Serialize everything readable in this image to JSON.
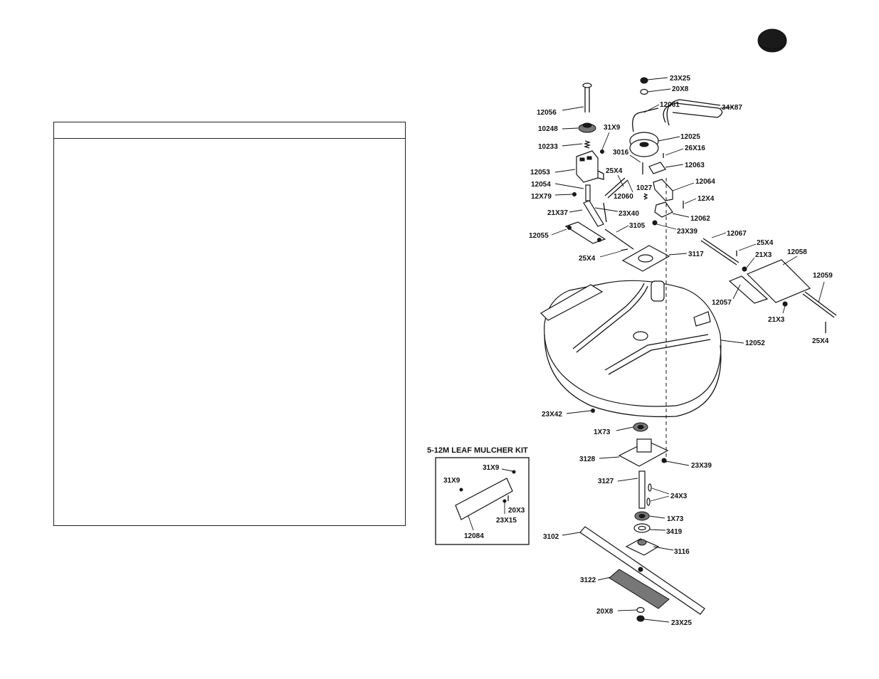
{
  "kit": {
    "title": "5-12M LEAF MULCHER KIT"
  },
  "labels": {
    "p23X25_top": "23X25",
    "p20X8_top": "20X8",
    "p12056": "12056",
    "p12061": "12061",
    "p34X87": "34X87",
    "p10248": "10248",
    "p31X9": "31X9",
    "p12025": "12025",
    "p10233": "10233",
    "p3016": "3016",
    "p26X16": "26X16",
    "p12053": "12053",
    "p25X4_a": "25X4",
    "p12063": "12063",
    "p12054": "12054",
    "p12060": "12060",
    "p1027": "1027",
    "p12064": "12064",
    "p12X79": "12X79",
    "p12X4": "12X4",
    "p21X37": "21X37",
    "p23X40": "23X40",
    "p12062": "12062",
    "p3105": "3105",
    "p23X39_a": "23X39",
    "p12055": "12055",
    "p12067": "12067",
    "p25X4_b": "25X4",
    "p25X4_c": "25X4",
    "p3117": "3117",
    "p21X3_a": "21X3",
    "p12058": "12058",
    "p12059": "12059",
    "p12057": "12057",
    "p21X3_b": "21X3",
    "p12052": "12052",
    "p25X4_d": "25X4",
    "p23X42": "23X42",
    "p1X73_a": "1X73",
    "p3128": "3128",
    "p23X39_b": "23X39",
    "p3127": "3127",
    "p24X3": "24X3",
    "p1X73_b": "1X73",
    "p3419": "3419",
    "p3102": "3102",
    "p3116": "3116",
    "p3122": "3122",
    "p20X8_bot": "20X8",
    "p23X25_bot": "23X25",
    "kit31X9_a": "31X9",
    "kit31X9_b": "31X9",
    "kit20X3": "20X3",
    "kit23X15": "23X15",
    "kit12084": "12084"
  }
}
